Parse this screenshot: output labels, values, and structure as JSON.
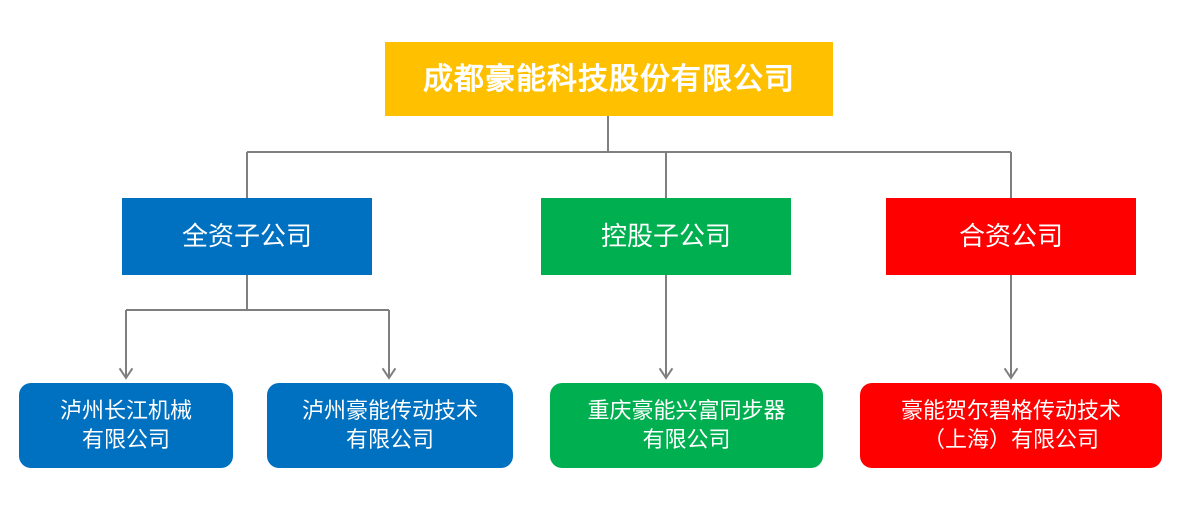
{
  "chart_data": {
    "type": "org-chart",
    "title": "成都豪能科技股份有限公司 organization structure",
    "line_color": "#7F7F7F",
    "root": {
      "label": "成都豪能科技股份有限公司",
      "color": "#FFC000",
      "text_color": "#FFFFFF"
    },
    "level2": [
      {
        "label": "全资子公司",
        "color": "#0070C0",
        "parent": "root"
      },
      {
        "label": "控股子公司",
        "color": "#00B050",
        "parent": "root"
      },
      {
        "label": "合资公司",
        "color": "#FF0000",
        "parent": "root"
      }
    ],
    "level3": [
      {
        "label": "泸州长江机械\n有限公司",
        "color": "#0070C0",
        "parent": "全资子公司"
      },
      {
        "label": "泸州豪能传动技术\n有限公司",
        "color": "#0070C0",
        "parent": "全资子公司"
      },
      {
        "label": "重庆豪能兴富同步器\n有限公司",
        "color": "#00B050",
        "parent": "控股子公司"
      },
      {
        "label": "豪能贺尔碧格传动技术\n（上海）有限公司",
        "color": "#FF0000",
        "parent": "合资公司"
      }
    ]
  }
}
